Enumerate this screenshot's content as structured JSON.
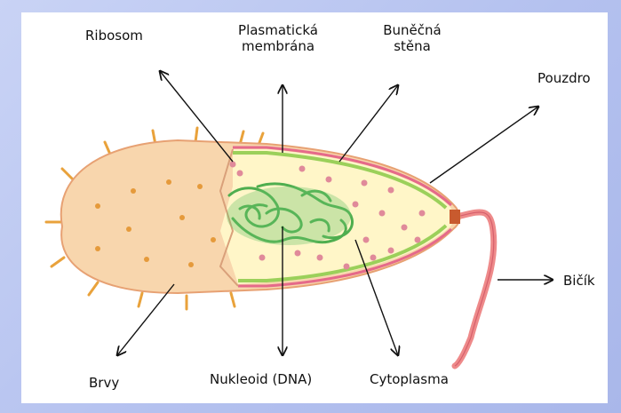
{
  "labels": {
    "ribosom": "Ribosom",
    "plasma_line1": "Plasmatická",
    "plasma_line2": "membrána",
    "wall_line1": "Buněčná",
    "wall_line2": "stěna",
    "pouzdro": "Pouzdro",
    "bicik": "Bičík",
    "brvy": "Brvy",
    "nukleoid": "Nukleoid (DNA)",
    "cytoplasma": "Cytoplasma"
  },
  "colors": {
    "background": "#b4c1ef",
    "capsule": "#f6c79a",
    "cytoplasm": "#fff6c8",
    "membrane_green": "#7fc84a",
    "wall_pink": "#e56a8a",
    "nucleoid": "#5cb85c",
    "ribosome": "#e08a9a",
    "flagellum": "#ee8a8a",
    "pili": "#e9a23b"
  }
}
